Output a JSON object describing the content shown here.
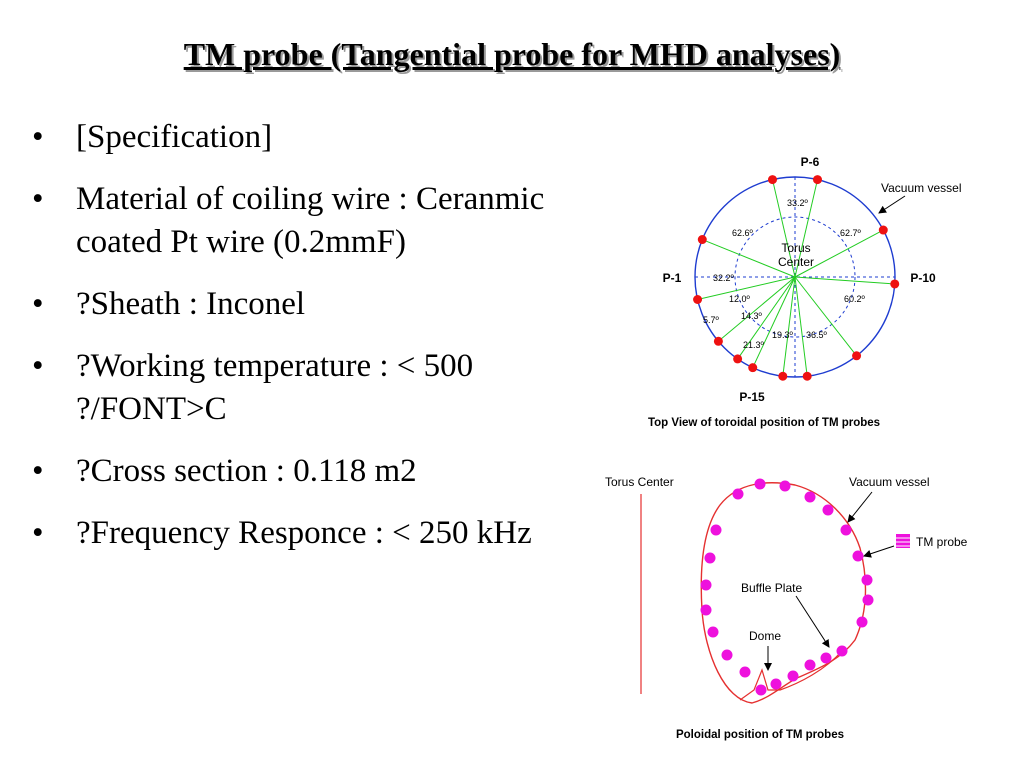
{
  "title": "TM probe (Tangential probe for MHD analyses)",
  "bullets": [
    {
      "text": "[Specification]"
    },
    {
      "text": "Material of coiling wire : Ceranmic coated Pt wire (0.2mmF)"
    },
    {
      "text": "?Sheath : Inconel"
    },
    {
      "text": "?Working temperature : < 500 ?/FONT>C"
    },
    {
      "text": "?Cross section : 0.118 m2"
    },
    {
      "text": "?Frequency Responce : < 250 kHz"
    }
  ],
  "bullet_glyph": "•",
  "top_view": {
    "caption": "Top View of toroidal position of TM probes",
    "center_label_1": "Torus",
    "center_label_2": "Center",
    "vessel_label": "Vacuum vessel",
    "port_labels": {
      "top": "P-6",
      "left": "P-1",
      "right": "P-10",
      "bottom": "P-15"
    },
    "angle_labels": [
      "33.2º",
      "62.6º",
      "62.7º",
      "32.2º",
      "60.2º",
      "12.0º",
      "14.3º",
      "5.7º",
      "21.3º",
      "19.3º",
      "36.5º"
    ]
  },
  "poloidal_view": {
    "caption": "Poloidal position of TM probes",
    "torus_center_label": "Torus Center",
    "vessel_label": "Vacuum vessel",
    "probe_label": "TM probe",
    "buffle_label": "Buffle Plate",
    "dome_label": "Dome"
  },
  "colors": {
    "circle": "#1e3cd0",
    "spokes": "#22cc22",
    "probe_red": "#ee1111",
    "probe_magenta": "#ee11dd",
    "vessel_red": "#e53030"
  }
}
